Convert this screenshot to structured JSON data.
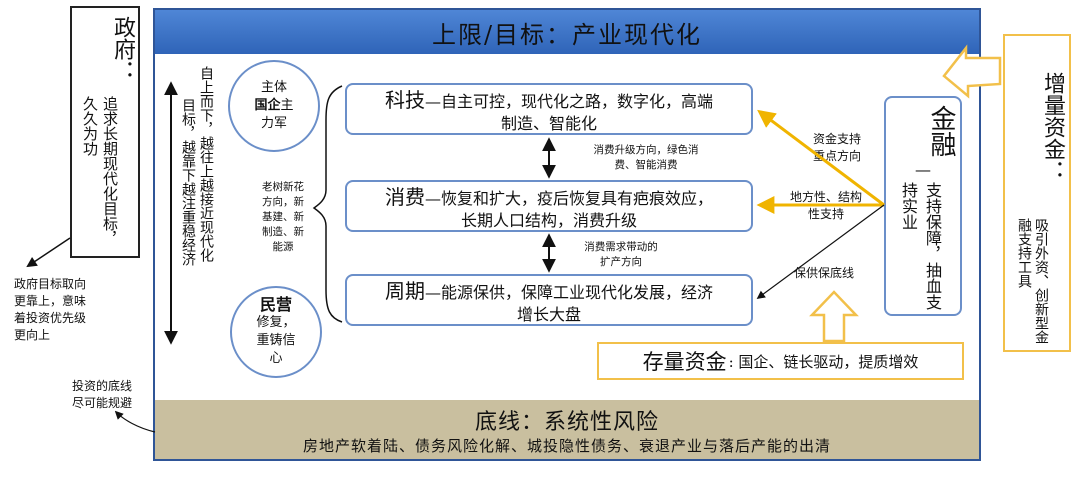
{
  "government": {
    "title": "政府：",
    "desc": "追求长期现代化目标，久久为功",
    "note_lines": [
      "政府目标取向",
      "更靠上，意味",
      "着投资优先级",
      "更向上"
    ]
  },
  "upper_limit": {
    "text": "上限/目标：产业现代化"
  },
  "bottom_line": {
    "title": "底线：系统性风险",
    "sub": "房地产软着陆、债务风险化解、城投隐性债务、衰退产业与落后产能的出清",
    "note_lines": [
      "投资的底线",
      "尽可能规避"
    ]
  },
  "direction_text": {
    "col1": "自上而下，越往上越接近现代化",
    "col2": "目标，越靠下越注重稳经济"
  },
  "soe_circle": {
    "line1": "主体",
    "soe": "国企",
    "zhu": "主",
    "line3": "力军"
  },
  "private_circle": {
    "title": "民营",
    "line2": "修复，",
    "line3": "重铸信",
    "line4": "心"
  },
  "old_tree_lines": [
    "老树新花",
    "方向，新",
    "基建、新",
    "制造、新",
    "能源"
  ],
  "tech_row": {
    "head": "科技",
    "dash": "—",
    "line1": "自主可控，现代化之路，数字化，高端",
    "line2": "制造、智能化"
  },
  "consume_row": {
    "head": "消费",
    "dash": "—",
    "line1": "恢复和扩大，疫后恢复具有疤痕效应，",
    "line2": "长期人口结构，消费升级"
  },
  "cycle_row": {
    "head": "周期",
    "dash": "—",
    "line1": "能源保供，保障工业现代化发展，经济",
    "line2": "增长大盘"
  },
  "between_labels": {
    "upgrade_lines": [
      "消费升级方向，绿色消",
      "费、智能消费"
    ],
    "demand_lines": [
      "消费需求带动的",
      "扩产方向"
    ]
  },
  "finance": {
    "title": "金融",
    "dash": "—",
    "desc": "支持保障，抽血支持实业"
  },
  "finance_arrows": {
    "funds_lines": [
      "资金支持",
      "重点方向"
    ],
    "regional_lines": [
      "地方性、结构",
      "性支持"
    ],
    "bottom_label": "保供保底线"
  },
  "incremental": {
    "title": "增量资金：",
    "desc": "吸引外资、创新型金融支持工具"
  },
  "stock": {
    "title": "存量资金",
    "desc": ": 国企、链长驱动，提质增效"
  },
  "colors": {
    "banner": "#3a70c4",
    "bottom_band": "#c9bf9f",
    "box_border": "#6b8fc9",
    "gold": "#f2c04a",
    "arrow_gold": "#f0b400"
  }
}
